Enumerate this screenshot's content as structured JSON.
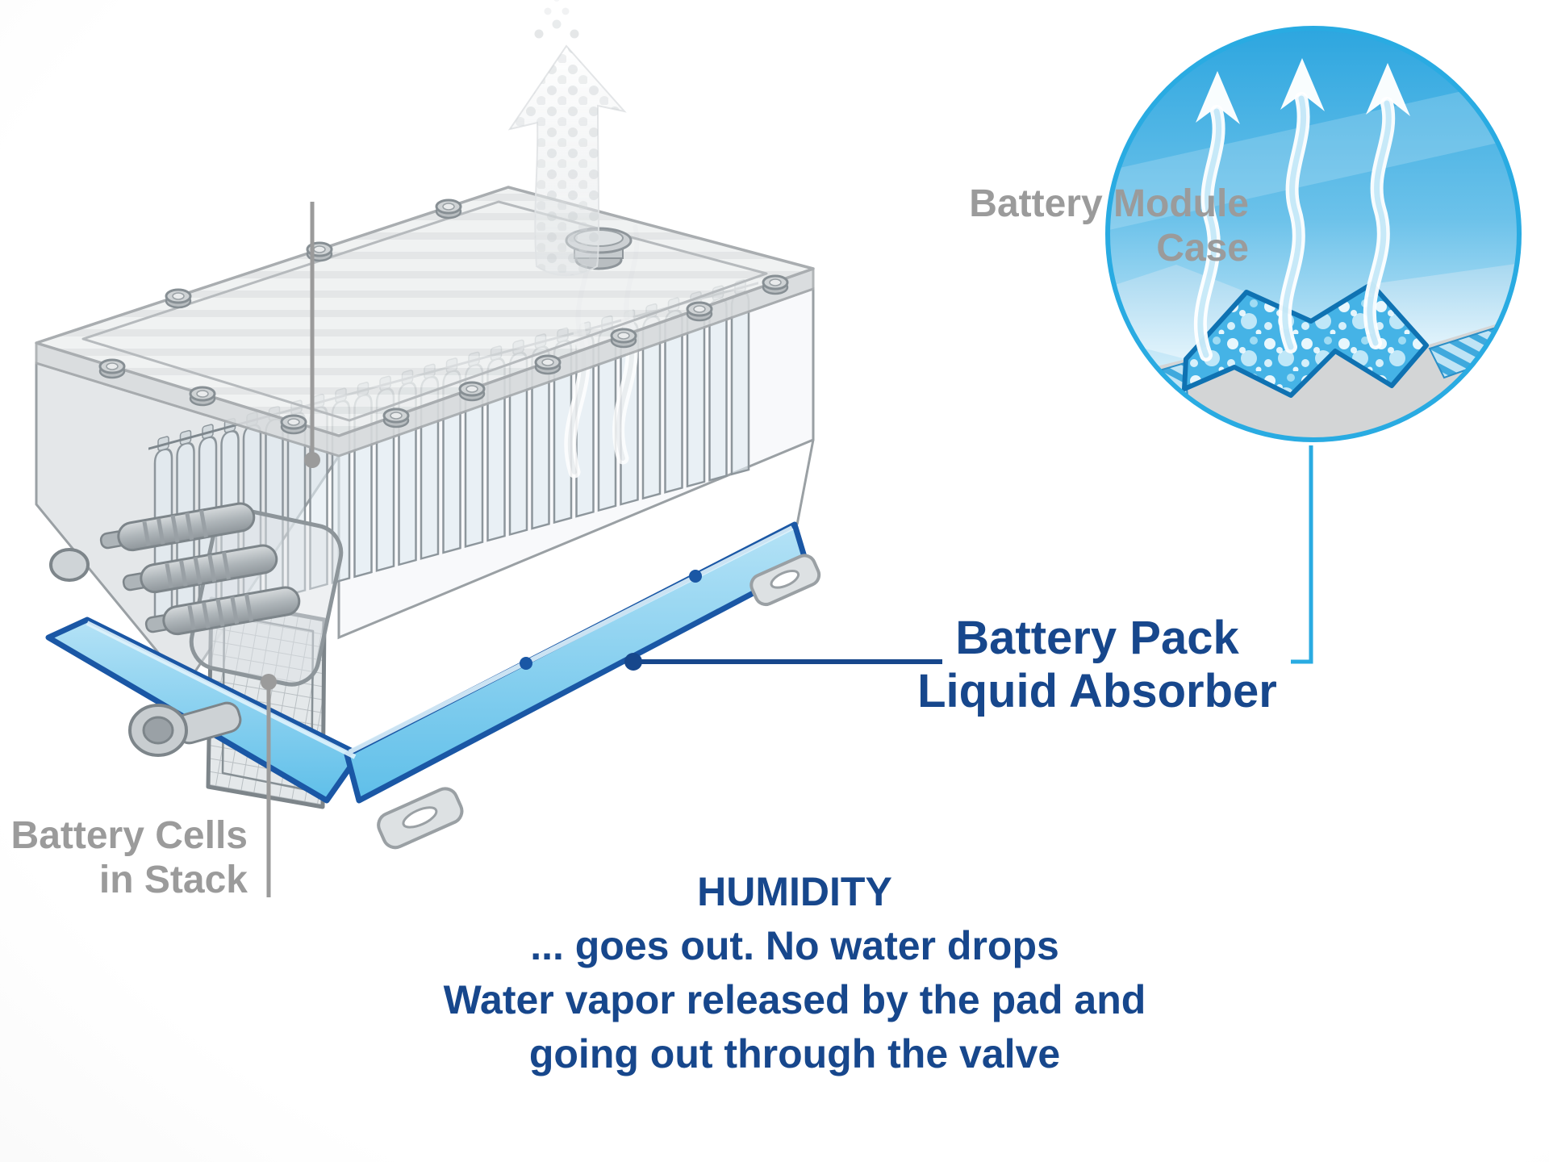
{
  "page": {
    "title": "Battery module humidity diagram"
  },
  "colors": {
    "label_gray": "#9b9b9b",
    "label_navy": "#17478c",
    "accent_cyan": "#29abe2",
    "pad_light_blue": "#8fd2f0",
    "pad_border_blue": "#1a57a5"
  },
  "labels": {
    "module_case": {
      "line1": "Battery Module",
      "line2": "Case"
    },
    "cells": {
      "line1": "Battery Cells",
      "line2": "in Stack"
    },
    "absorber": {
      "line1": "Battery Pack",
      "line2": "Liquid Absorber"
    }
  },
  "caption": {
    "title": "HUMIDITY",
    "line1": "... goes out. No water drops",
    "line2": "Water vapor released by the pad and",
    "line3": "going out through the valve"
  },
  "icons": {
    "outflow_arrow": "large dotted arrow pointing up from the vent valve",
    "vapor_arrow": "wavy white arrow rising (water vapor)",
    "closeup_circle": "magnified cross-section of the liquid absorber pad"
  }
}
